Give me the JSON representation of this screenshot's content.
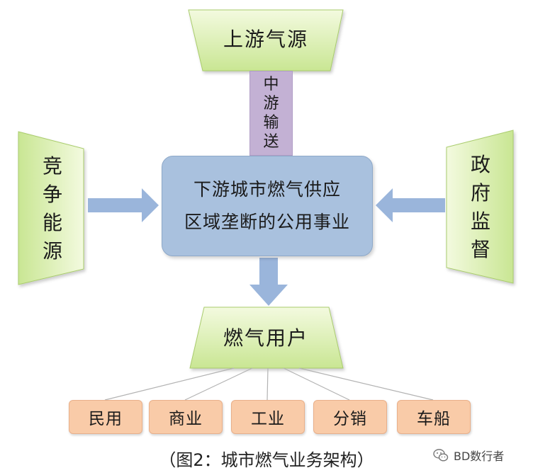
{
  "diagram": {
    "upstream": "上游气源",
    "midstream_chars": [
      "中",
      "游",
      "输",
      "送"
    ],
    "center_lines": [
      "下游城市燃气供应",
      "区域垄断的公用事业"
    ],
    "left_chars": [
      "竞",
      "争",
      "能",
      "源"
    ],
    "right_chars": [
      "政",
      "府",
      "监",
      "督"
    ],
    "users": "燃气用户",
    "categories": [
      "民用",
      "商业",
      "工业",
      "分销",
      "车船"
    ]
  },
  "caption": "（图2：城市燃气业务架构）",
  "watermark": {
    "text": "BD数行者",
    "icon": "wechat-icon"
  },
  "colors": {
    "green_light": "#f0f8d6",
    "green_dark": "#c7e58e",
    "center_blue": "#a9c1de",
    "arrow_blue": "#9ab5db",
    "mid_purple": "#c3b1d4",
    "category_orange": "#f9cba8",
    "connector_gray": "#b3b3b3"
  }
}
